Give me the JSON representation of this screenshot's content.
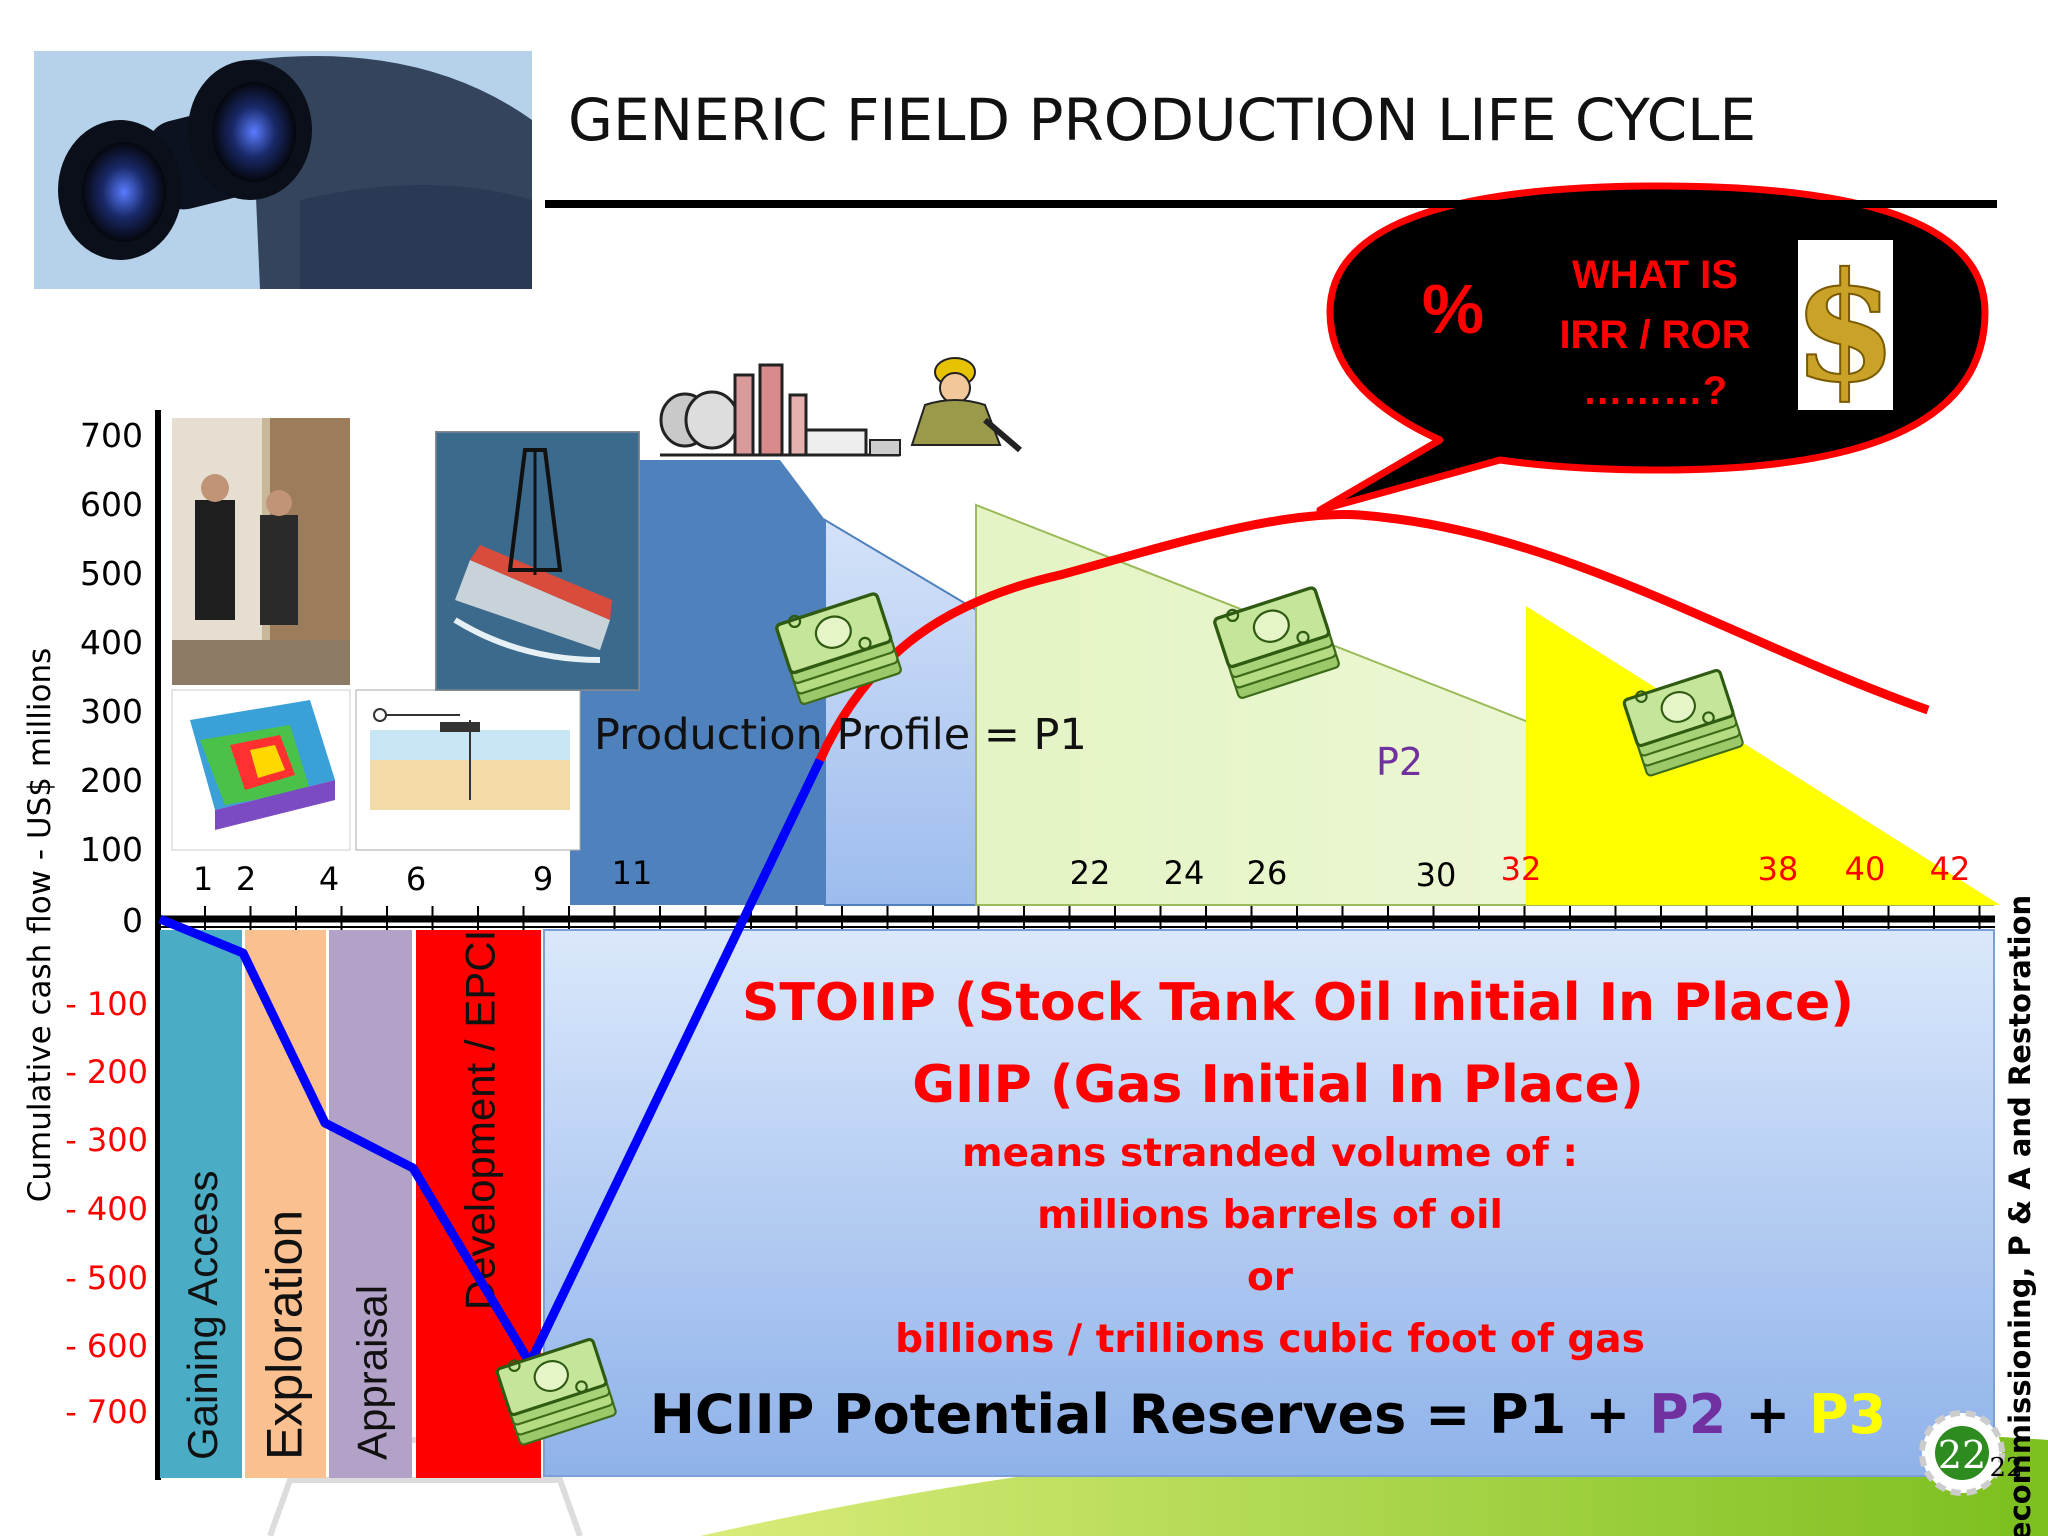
{
  "slide": {
    "title": "GENERIC FIELD PRODUCTION LIFE CYCLE",
    "page_number": "22",
    "page_number_small": "22"
  },
  "axis": {
    "ylabel": "Cumulative cash flow - US$ millions",
    "positive_ticks": [
      "700",
      "600",
      "500",
      "400",
      "300",
      "200",
      "100",
      "0"
    ],
    "negative_ticks": [
      "- 100",
      "- 200",
      "- 300",
      "- 400",
      "- 500",
      "- 600",
      "- 700"
    ],
    "year_labels_black": [
      "1",
      "2",
      "4",
      "6",
      "9",
      "11",
      "22",
      "24",
      "26",
      "30"
    ],
    "year_labels_red": [
      "32",
      "38",
      "40",
      "42"
    ]
  },
  "phases": [
    {
      "label": "Gaining Access",
      "color": "#4bacc6"
    },
    {
      "label": "Exploration",
      "color": "#fac090"
    },
    {
      "label": "Appraisal",
      "color": "#b2a2c7"
    },
    {
      "label": "Development  / EPCI",
      "color": "#ff0000"
    }
  ],
  "decommissioning_label": "Decommissioning, P & A and Restoration",
  "profiles": {
    "p1_label": "Production Profile = P1",
    "p2_label": "P2"
  },
  "bubble": {
    "percent": "%",
    "line1": "WHAT IS",
    "line2": "IRR / ROR",
    "line3": "………?"
  },
  "box": {
    "line1": "STOIIP (Stock Tank Oil Initial In Place)",
    "line2": "GIIP (Gas Initial In Place)",
    "line3": "means stranded volume of :",
    "line4": "millions barrels of oil",
    "line5": "or",
    "line6": "billions / trillions cubic foot of gas",
    "hciip_prefix": "HCIIP Potential Reserves = P1 + ",
    "hciip_p2": "P2",
    "hciip_plus": " + ",
    "hciip_p3": "P3"
  },
  "colors": {
    "cash_curve_negative": "#0000ff",
    "cash_curve_positive": "#ff0000",
    "negative_ticks": "#ff0000",
    "p2_label": "#7030a0",
    "p3": "#ffff00"
  }
}
